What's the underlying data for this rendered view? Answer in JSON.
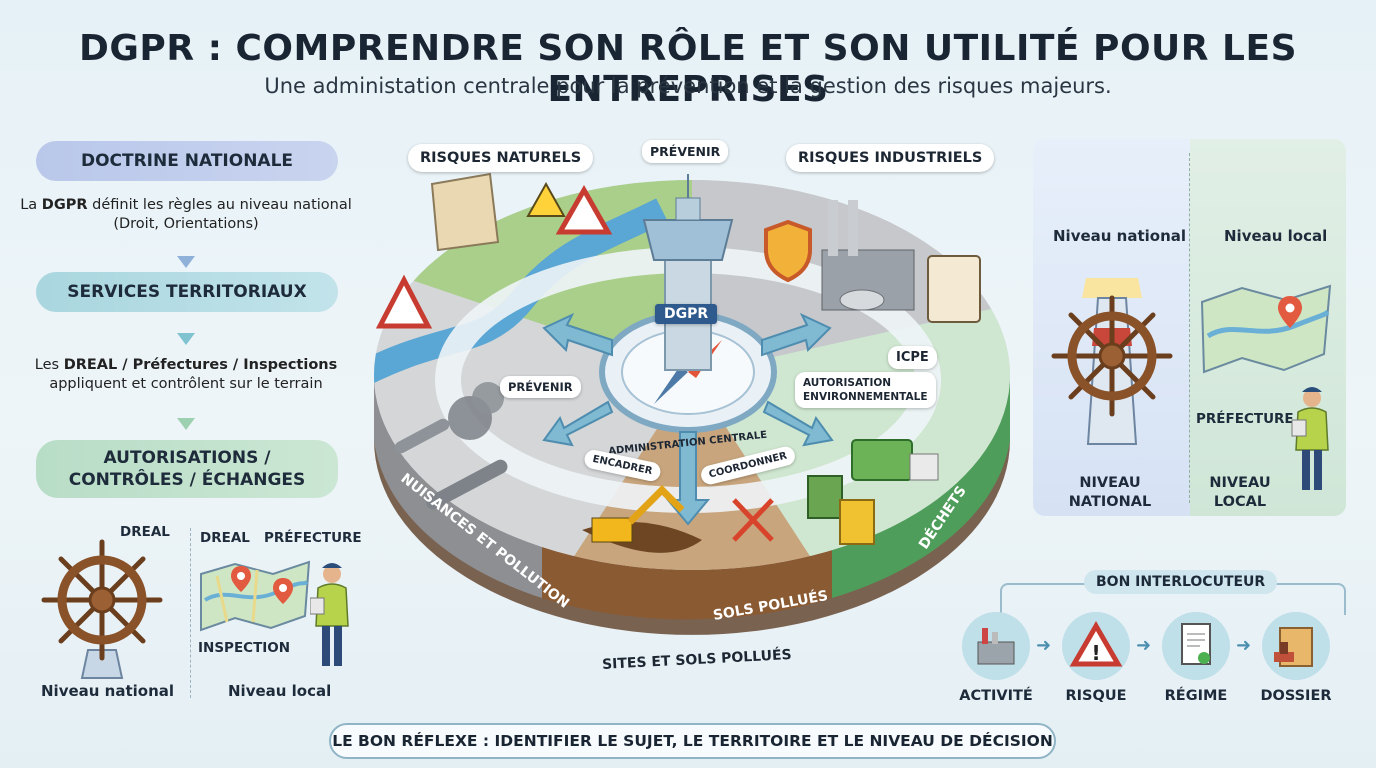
{
  "header": {
    "title": "DGPR : COMPRENDRE SON RÔLE ET SON UTILITÉ POUR LES ENTREPRISES",
    "subtitle": "Une administation centrale pour la prévention et la gestion des risques majeurs."
  },
  "left": {
    "step1": {
      "label": "DOCTRINE NATIONALE",
      "text_a": "La ",
      "text_bold": "DGPR",
      "text_b": " définit les règles au niveau national",
      "text_c": "(Droit, Orientations)"
    },
    "step2": {
      "label": "SERVICES TERRITORIAUX",
      "text_a": "Les ",
      "text_bold": "DREAL / Préfectures / Inspections",
      "text_c": "appliquent et contrôlent sur le terrain"
    },
    "step3": {
      "label_line1": "AUTORISATIONS /",
      "label_line2": "CONTRÔLES / ÉCHANGES"
    },
    "illus": {
      "dreal_a": "DREAL",
      "dreal_b": "DREAL",
      "prefecture": "PRÉFECTURE",
      "inspection": "INSPECTION",
      "national": "Niveau national",
      "local": "Niveau local"
    },
    "colors": {
      "step1": "#b9c7ea",
      "step2": "#a9d6df",
      "step3": "#b8ddc7",
      "arrow1": "#8fb0d9",
      "arrow2": "#7fc3d1",
      "arrow3": "#9dd0b0"
    }
  },
  "center": {
    "risques_naturels": "RISQUES NATURELS",
    "prevenir_top": "PRÉVENIR",
    "risques_industriels": "RISQUES INDUSTRIELS",
    "dgpr": "DGPR",
    "prevenir": "PRÉVENIR",
    "autorisation_l1": "AUTORISATION",
    "autorisation_l2": "ENVIRONNEMENTALE",
    "icpe": "ICPE",
    "administration": "ADMINISTRATION CENTRALE",
    "encadrer": "ENCADRER",
    "coordonner": "COORDONNER",
    "nuisances": "NUISANCES ET POLLUTION",
    "sols_pollues": "SOLS POLLUÉS",
    "dechets": "DÉCHETS",
    "sites": "SITES ET SOLS POLLUÉS"
  },
  "right": {
    "national_top": "Niveau national",
    "local_top": "Niveau local",
    "prefecture": "PRÉFECTURE",
    "national_bottom_l1": "NIVEAU",
    "national_bottom_l2": "NATIONAL",
    "local_bottom_l1": "NIVEAU",
    "local_bottom_l2": "LOCAL"
  },
  "flow": {
    "title": "BON INTERLOCUTEUR",
    "steps": [
      {
        "label": "ACTIVITÉ",
        "icon": "factory-icon"
      },
      {
        "label": "RISQUE",
        "icon": "warning-icon"
      },
      {
        "label": "RÉGIME",
        "icon": "document-icon"
      },
      {
        "label": "DOSSIER",
        "icon": "stamp-icon"
      }
    ]
  },
  "footer": {
    "text": "LE BON RÉFLEXE : IDENTIFIER LE SUJET, LE TERRITOIRE ET LE NIVEAU DE DÉCISION"
  }
}
